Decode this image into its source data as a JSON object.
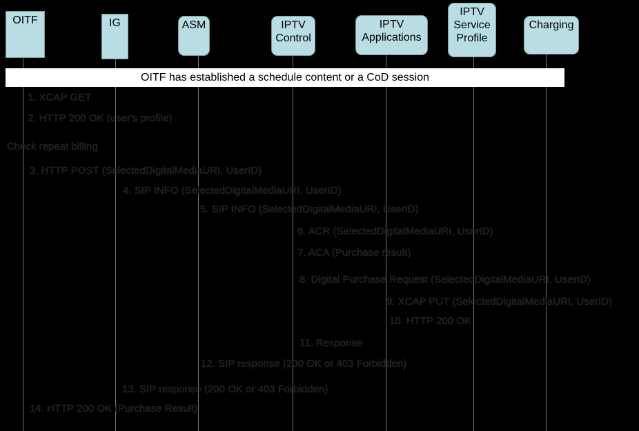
{
  "banner": {
    "text": "OITF has established a schedule content or a CoD session"
  },
  "actors": [
    {
      "label": "OITF"
    },
    {
      "label": "IG"
    },
    {
      "label": "ASM"
    },
    {
      "label": "IPTV\nControl"
    },
    {
      "label": "IPTV\nApplications"
    },
    {
      "label": "IPTV\nService\nProfile"
    },
    {
      "label": "Charging"
    }
  ],
  "annotation": {
    "text": "Check repeat billing"
  },
  "messages": [
    {
      "text": "1. XCAP GET"
    },
    {
      "text": "2. HTTP 200 OK (user's profile)"
    },
    {
      "text": "3. HTTP POST (SelectedDigitalMediaURI, UserID)"
    },
    {
      "text": "4. SIP INFO (SelectedDigitalMediaURI, UserID)"
    },
    {
      "text": "5. SIP INFO (SelectedDigitalMediaURI, UserID)"
    },
    {
      "text": "6. ACR (SelectedDigitalMediaURI, UserID)"
    },
    {
      "text": "7. ACA (Purchase result)"
    },
    {
      "text": "8. Digital Purchase Request (SelectedDigitalMediaURI, UserID)"
    },
    {
      "text": "9. XCAP PUT (SelectedDigitalMediaURI, UserID)"
    },
    {
      "text": "10. HTTP 200 OK"
    },
    {
      "text": "11. Response"
    },
    {
      "text": "12. SIP response (200 OK or 403 Forbidden)"
    },
    {
      "text": "13. SIP response (200 OK or 403 Forbidden)"
    },
    {
      "text": "14. HTTP 200 OK (Purchase Result)"
    }
  ],
  "colors": {
    "background": "#000000",
    "actor_fill": "#b8dde2",
    "actor_border": "#7d989e",
    "lifeline": "#767676",
    "banner_bg": "#ffffff",
    "banner_text": "#000000",
    "message_text": "#1f1f1f"
  }
}
